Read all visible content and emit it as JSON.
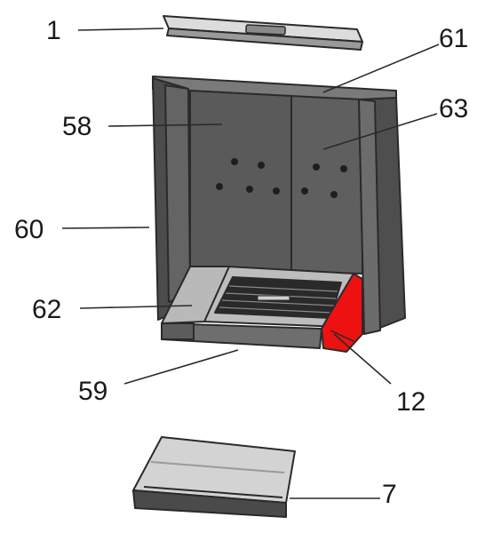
{
  "labels": {
    "p1": "1",
    "p61": "61",
    "p58": "58",
    "p63": "63",
    "p60": "60",
    "p62": "62",
    "p59": "59",
    "p12": "12",
    "p7": "7"
  },
  "colors": {
    "highlight": "#ee1111",
    "panel_dark": "#555555",
    "panel_mid": "#6a6a6a",
    "panel_light": "#c8c8c8",
    "background": "#ffffff"
  }
}
